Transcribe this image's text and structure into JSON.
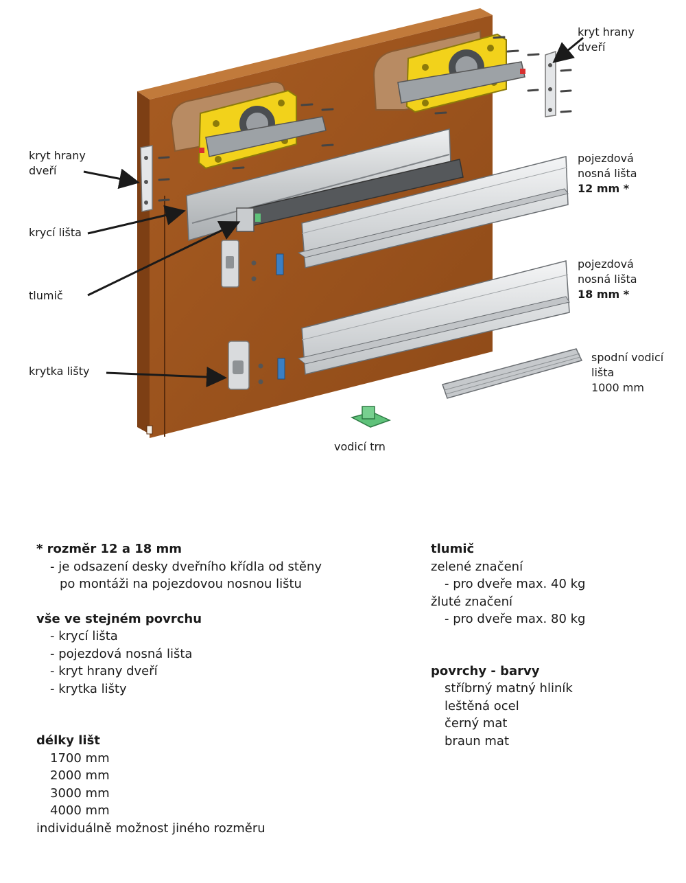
{
  "diagram_labels": {
    "kryt_hrany_right": [
      "kryt hrany",
      "dveří"
    ],
    "kryt_hrany_left": [
      "kryt hrany",
      "dveří"
    ],
    "krycí_lišta": "krycí lišta",
    "tlumič": "tlumič",
    "krytka_lišty": "krytka lišty",
    "lišta_12": [
      "pojezdová",
      "nosná lišta",
      "12 mm *"
    ],
    "lišta_18": [
      "pojezdová",
      "nosná lišta",
      "18 mm *"
    ],
    "spodní_lišta": [
      "spodní vodicí",
      "lišta",
      "1000 mm"
    ],
    "vodicí_trn": "vodicí trn"
  },
  "notes_left": {
    "rozmer": {
      "heading": "* rozměr 12 a 18 mm",
      "lines": [
        "- je odsazení desky dveřního křídla od stěny",
        "po montáži na pojezdovou nosnou lištu"
      ]
    },
    "povrch": {
      "heading": "vše ve stejném povrchu",
      "items": [
        "- krycí lišta",
        "- pojezdová nosná lišta",
        "- kryt hrany dveří",
        "- krytka lišty"
      ]
    },
    "delky": {
      "heading": "délky lišt",
      "items": [
        "1700 mm",
        "2000 mm",
        "3000 mm",
        "4000 mm"
      ],
      "note": "individuálně možnost jiného rozměru"
    }
  },
  "notes_right": {
    "tlumic": {
      "heading": "tlumič",
      "green": "zelené značení",
      "green_detail": "- pro dveře max. 40 kg",
      "yellow": "žluté značení",
      "yellow_detail": "- pro dveře max. 80 kg"
    },
    "povrchy": {
      "heading": "povrchy - barvy",
      "items": [
        "stříbrný matný hliník",
        "leštěná ocel",
        "černý mat",
        "braun mat"
      ]
    }
  },
  "colors": {
    "door": "#a0561f",
    "door_dark": "#7d3f14",
    "carriage_yellow": "#f2d21b",
    "aluminium": "#d6d8da",
    "damper_green": "#5fc27a"
  }
}
